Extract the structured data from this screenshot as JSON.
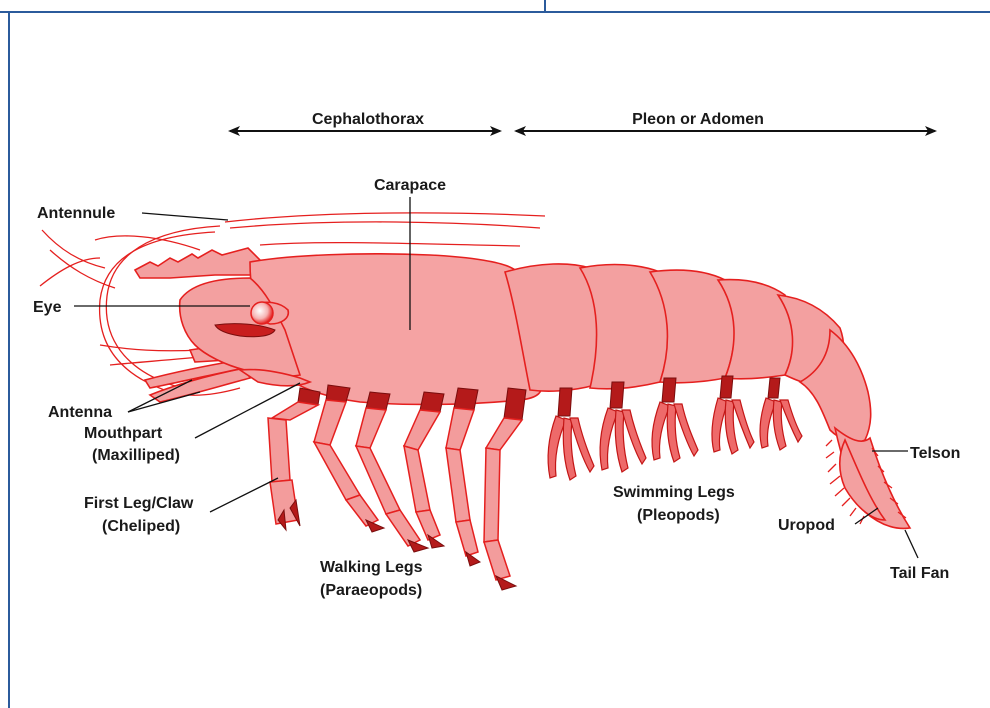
{
  "colors": {
    "frame": "#2b5b9c",
    "body_fill": "#f5a3a3",
    "outline": "#e5201f",
    "joint": "#b41a1a",
    "label_text": "#1a1a1a"
  },
  "regions": {
    "cephalothorax": "Cephalothorax",
    "pleon": "Pleon or Adomen"
  },
  "labels": {
    "carapace": "Carapace",
    "antennule": "Antennule",
    "eye": "Eye",
    "antenna": "Antenna",
    "mouthpart_1": "Mouthpart",
    "mouthpart_2": "(Maxilliped)",
    "first_leg_1": "First Leg/Claw",
    "first_leg_2": "(Cheliped)",
    "walking_1": "Walking Legs",
    "walking_2": "(Paraeopods)",
    "swimming_1": "Swimming Legs",
    "swimming_2": "(Pleopods)",
    "telson": "Telson",
    "uropod": "Uropod",
    "tail_fan": "Tail Fan"
  }
}
